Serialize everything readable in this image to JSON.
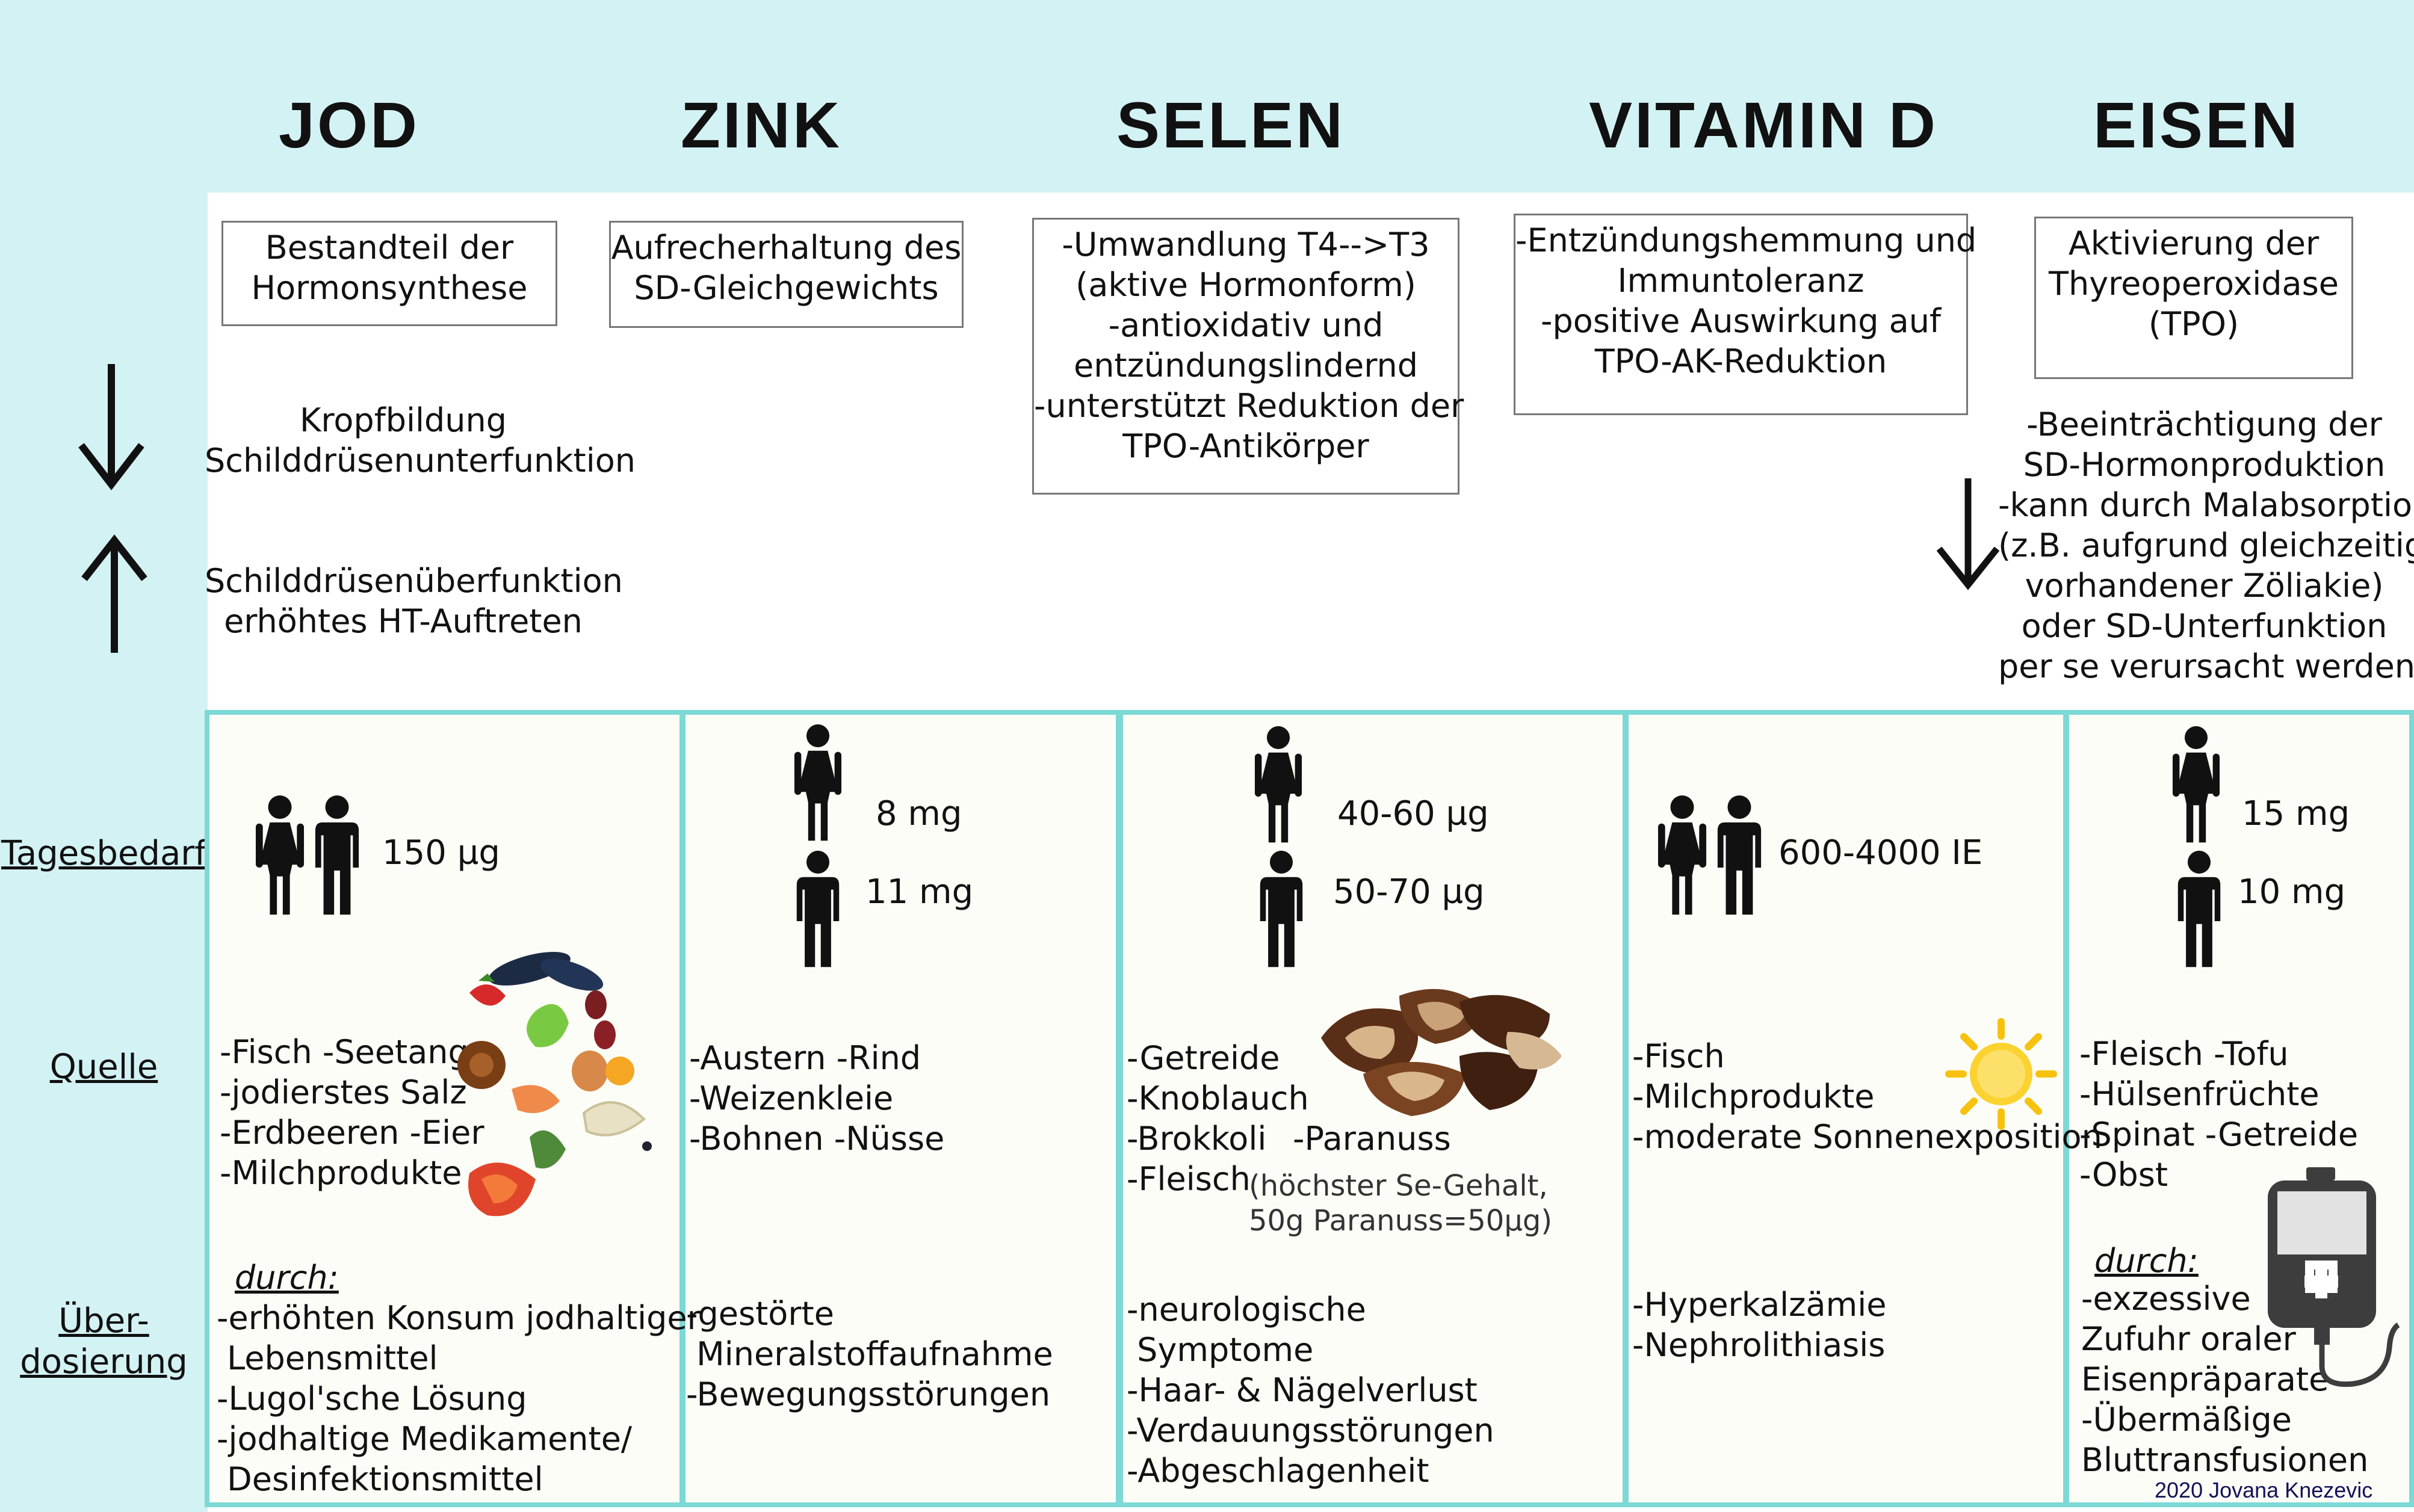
{
  "nutrients": {
    "jod": {
      "name": "JOD",
      "function": [
        "Bestandteil der",
        "Hormonsynthese"
      ],
      "deficiency": [
        "Kropfbildung",
        "Schilddrüsenunterfunktion"
      ],
      "excess": [
        "Schilddrüsenüberfunktion",
        "erhöhtes HT-Auftreten"
      ],
      "daily": "150 µg",
      "sources": [
        "-Fisch   -Seetang",
        "-jodierstes Salz",
        "-Erdbeeren   -Eier",
        "-Milchprodukte"
      ],
      "overdose_prefix": "durch:",
      "overdose": [
        "-erhöhten Konsum jodhaltiger",
        " Lebensmittel",
        "-Lugol'sche Lösung",
        "-jodhaltige Medikamente/",
        " Desinfektionsmittel"
      ]
    },
    "zink": {
      "name": "ZINK",
      "function": [
        "Aufrecherhaltung des",
        "SD-Gleichgewichts"
      ],
      "daily_female": "8 mg",
      "daily_male": "11 mg",
      "sources": [
        "-Austern    -Rind",
        "-Weizenkleie",
        "-Bohnen    -Nüsse"
      ],
      "overdose": [
        "-gestörte",
        " Mineralstoffaufnahme",
        "-Bewegungsstörungen"
      ]
    },
    "selen": {
      "name": "SELEN",
      "function": [
        "-Umwandlung T4-->T3",
        "(aktive Hormonform)",
        "-antioxidativ und",
        "entzündungslindernd",
        "-unterstützt Reduktion der",
        "TPO-Antikörper"
      ],
      "daily_female": "40-60 µg",
      "daily_male": "50-70 µg",
      "sources": [
        "-Getreide",
        "-Knoblauch",
        "-Brokkoli",
        "-Fleisch"
      ],
      "source_paranuss": "-Paranuss",
      "source_note": [
        "(höchster Se-Gehalt,",
        "50g Paranuss=50µg)"
      ],
      "overdose": [
        "-neurologische",
        " Symptome",
        "-Haar- & Nägelverlust",
        "-Verdauungsstörungen",
        "-Abgeschlagenheit"
      ]
    },
    "vitamin_d": {
      "name": "VITAMIN D",
      "function": [
        "-Entzündungshemmung und",
        "Immuntoleranz",
        "-positive Auswirkung auf",
        "TPO-AK-Reduktion"
      ],
      "daily": "600-4000 IE",
      "sources": [
        "-Fisch",
        "-Milchprodukte",
        "-moderate Sonnenexposition"
      ],
      "overdose": [
        "-Hyperkalzämie",
        "-Nephrolithiasis"
      ]
    },
    "eisen": {
      "name": "EISEN",
      "function": [
        "Aktivierung der",
        "Thyreoperoxidase",
        "(TPO)"
      ],
      "deficiency": [
        "-Beeinträchtigung der",
        "SD-Hormonproduktion",
        "-kann durch Malabsorption",
        "(z.B. aufgrund gleichzeitig",
        "vorhandener Zöliakie)",
        "oder SD-Unterfunktion",
        "per se verursacht werden"
      ],
      "daily_female": "15 mg",
      "daily_male": "10 mg",
      "sources": [
        "-Fleisch    -Tofu",
        "-Hülsenfrüchte",
        "-Spinat    -Getreide",
        "-Obst"
      ],
      "overdose_prefix": "durch:",
      "overdose": [
        "-exzessive",
        "Zufuhr oraler",
        "Eisenpräparate",
        "-Übermäßige",
        "Bluttransfusionen"
      ]
    }
  },
  "row_labels": {
    "daily": "Tagesbedarf",
    "source": "Quelle",
    "overdose_1": "Über-",
    "overdose_2": "dosierung"
  },
  "credit": "2020 Jovana Knezevic",
  "colors": {
    "band": "#d3f2f4",
    "panel_border": "#7cd9d5",
    "panel_bg": "#fdfdf7"
  },
  "icons": [
    "arrow-down-icon",
    "arrow-up-icon",
    "female-icon",
    "male-icon",
    "seafood-illustration",
    "brazil-nut-illustration",
    "sun-icon",
    "infusion-bag-icon"
  ]
}
